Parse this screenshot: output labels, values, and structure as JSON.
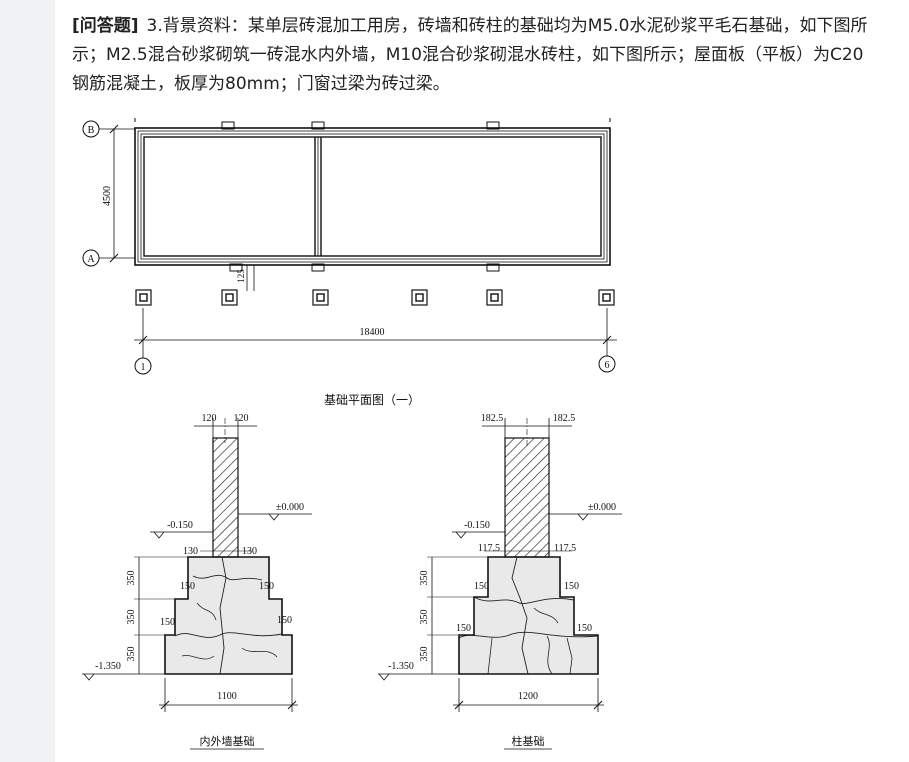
{
  "question": {
    "tag": "[问答题]",
    "text": "3.背景资料：某单层砖混加工用房，砖墙和砖柱的基础均为M5.0水泥砂浆平毛石基础，如下图所示；M2.5混合砂浆砌筑一砖混水内外墙，M10混合砂浆砌混水砖柱，如下图所示；屋面板（平板）为C20钢筋混凝土，板厚为80mm；门窗过梁为砖过梁。"
  },
  "plan": {
    "axis_b": "B",
    "axis_a": "A",
    "axis_1": "1",
    "axis_6": "6",
    "dim_height": "4500",
    "dim_length": "18400",
    "dim_125": "125",
    "caption": "基础平面图（一）"
  },
  "wall_section": {
    "top_left": "120",
    "top_right": "120",
    "level_zero": "±0.000",
    "level_m150": "-0.150",
    "step1_left": "130",
    "step1_right": "130",
    "step2_left": "150",
    "step2_right": "150",
    "step3_left": "150",
    "step3_right": "150",
    "h1": "350",
    "h2": "350",
    "h3": "350",
    "level_bottom": "-1.350",
    "width": "1100",
    "caption": "内外墙基础"
  },
  "column_section": {
    "top_left": "182.5",
    "top_right": "182.5",
    "level_zero": "±0.000",
    "level_m150": "-0.150",
    "step1_left": "117.5",
    "step1_right": "117.5",
    "step2_left": "150",
    "step2_right": "150",
    "step3_left": "150",
    "step3_right": "150",
    "h1": "350",
    "h2": "350",
    "h3": "350",
    "level_bottom": "-1.350",
    "width": "1200",
    "caption": "柱基础"
  }
}
